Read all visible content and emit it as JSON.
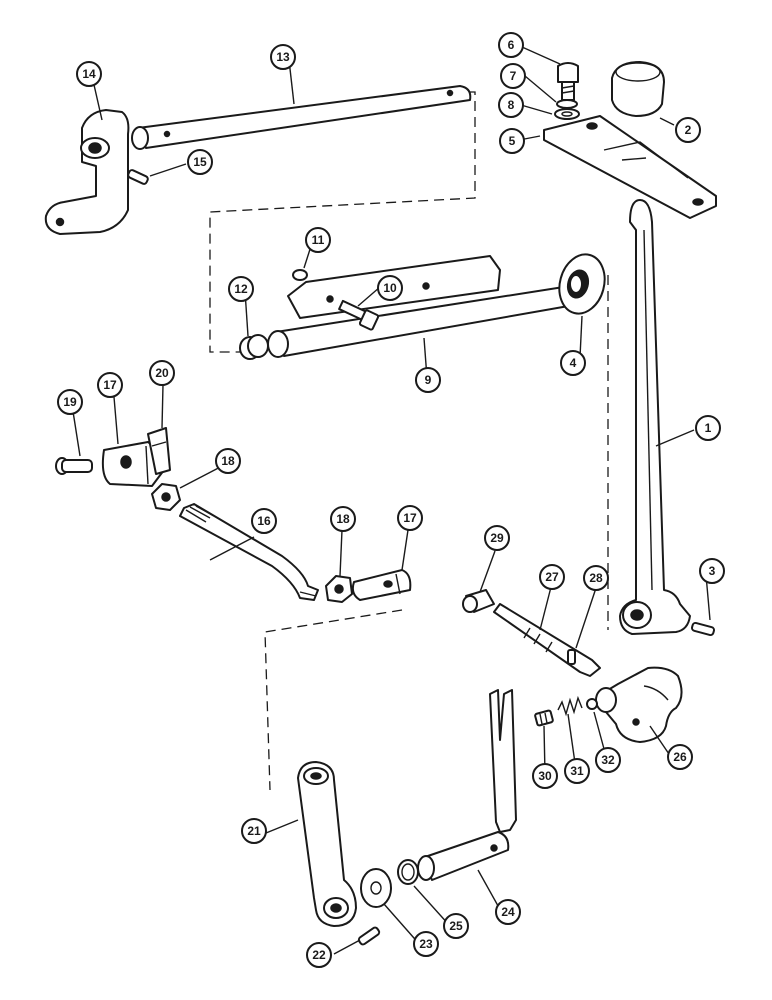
{
  "diagram": {
    "type": "exploded-parts-view",
    "callouts": [
      {
        "id": "c1",
        "label": "1"
      },
      {
        "id": "c2",
        "label": "2"
      },
      {
        "id": "c3",
        "label": "3"
      },
      {
        "id": "c4",
        "label": "4"
      },
      {
        "id": "c5",
        "label": "5"
      },
      {
        "id": "c6",
        "label": "6"
      },
      {
        "id": "c7",
        "label": "7"
      },
      {
        "id": "c8",
        "label": "8"
      },
      {
        "id": "c9",
        "label": "9"
      },
      {
        "id": "c10",
        "label": "10"
      },
      {
        "id": "c11",
        "label": "11"
      },
      {
        "id": "c12",
        "label": "12"
      },
      {
        "id": "c13",
        "label": "13"
      },
      {
        "id": "c14",
        "label": "14"
      },
      {
        "id": "c15",
        "label": "15"
      },
      {
        "id": "c16",
        "label": "16"
      },
      {
        "id": "c17a",
        "label": "17"
      },
      {
        "id": "c17b",
        "label": "17"
      },
      {
        "id": "c18a",
        "label": "18"
      },
      {
        "id": "c18b",
        "label": "18"
      },
      {
        "id": "c19",
        "label": "19"
      },
      {
        "id": "c20",
        "label": "20"
      },
      {
        "id": "c21",
        "label": "21"
      },
      {
        "id": "c22",
        "label": "22"
      },
      {
        "id": "c23",
        "label": "23"
      },
      {
        "id": "c24",
        "label": "24"
      },
      {
        "id": "c25",
        "label": "25"
      },
      {
        "id": "c26",
        "label": "26"
      },
      {
        "id": "c27",
        "label": "27"
      },
      {
        "id": "c28",
        "label": "28"
      },
      {
        "id": "c29",
        "label": "29"
      },
      {
        "id": "c30",
        "label": "30"
      },
      {
        "id": "c31",
        "label": "31"
      },
      {
        "id": "c32",
        "label": "32"
      }
    ]
  }
}
